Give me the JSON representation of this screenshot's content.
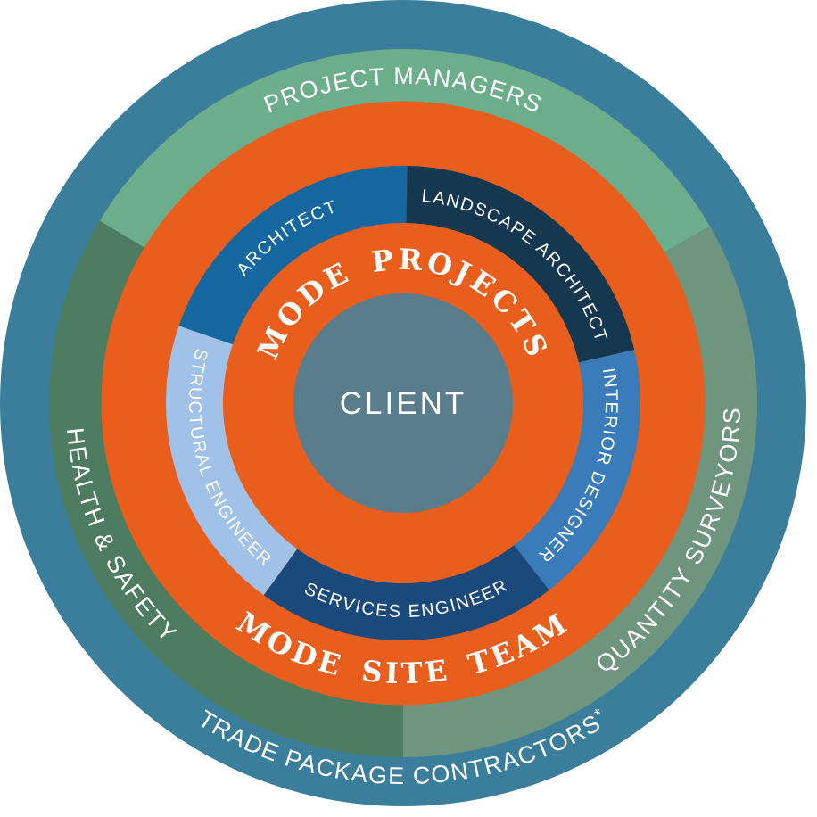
{
  "page": {
    "background": "#FFFFFF"
  },
  "diagram": {
    "center": {
      "label": "CLIENT",
      "color": "#5A7D8E",
      "text_color": "#FFFFFF"
    },
    "orange_band": {
      "color": "#E95E1D",
      "inner_label": "MODE PROJECTS",
      "outer_label": "MODE SITE TEAM",
      "text_color": "#FFFFFF"
    },
    "consultant_ring": {
      "segments": [
        {
          "id": "architect",
          "label": "ARCHITECT",
          "color": "#14689F"
        },
        {
          "id": "landscape-architect",
          "label": "LANDSCAPE ARCHITECT",
          "color": "#133850"
        },
        {
          "id": "interior-designer",
          "label": "INTERIOR DESIGNER",
          "color": "#3A7CBA"
        },
        {
          "id": "services-engineer",
          "label": "SERVICES ENGINEER",
          "color": "#1A4A7C"
        },
        {
          "id": "structural-engineer",
          "label": "STRUCTURAL ENGINEER",
          "color": "#A0C2E9"
        }
      ]
    },
    "outer_ring": {
      "band_color": "#3B7E9B",
      "segments": [
        {
          "id": "project-managers",
          "label": "PROJECT MANAGERS",
          "color": "#6CAD8C"
        },
        {
          "id": "health-safety",
          "label": "HEALTH & SAFETY",
          "color": "#4E7C60"
        },
        {
          "id": "quantity-surveyors",
          "label": "QUANTITY SURVEYORS",
          "color": "#6F957F"
        },
        {
          "id": "trade-package-contractors",
          "label": "TRADE PACKAGE CONTRACTORS",
          "suffix": "*"
        }
      ]
    }
  }
}
